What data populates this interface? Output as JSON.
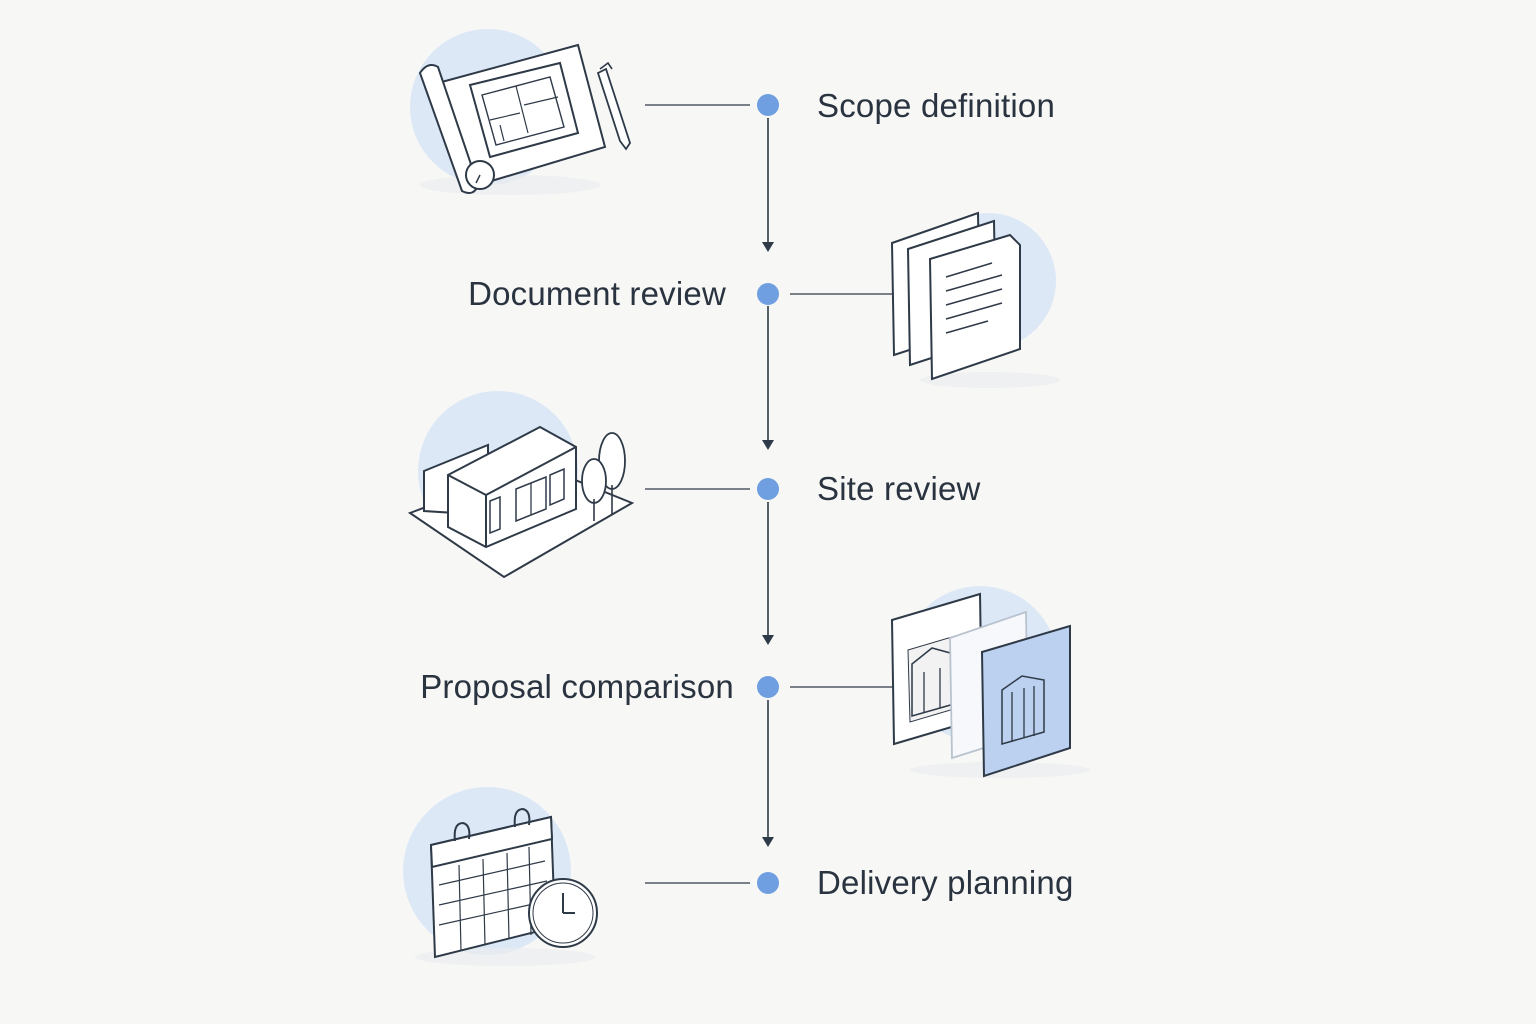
{
  "diagram": {
    "steps": [
      {
        "label": "Scope definition",
        "icon": "blueprint-icon"
      },
      {
        "label": "Document review",
        "icon": "documents-icon"
      },
      {
        "label": "Site review",
        "icon": "building-site-icon"
      },
      {
        "label": "Proposal comparison",
        "icon": "proposal-cards-icon"
      },
      {
        "label": "Delivery planning",
        "icon": "calendar-clock-icon"
      }
    ]
  },
  "colors": {
    "node": "#6f9fe0",
    "line": "#2f3a48",
    "halo": "#dde8f6",
    "accent_fill": "#bcd1f0"
  }
}
